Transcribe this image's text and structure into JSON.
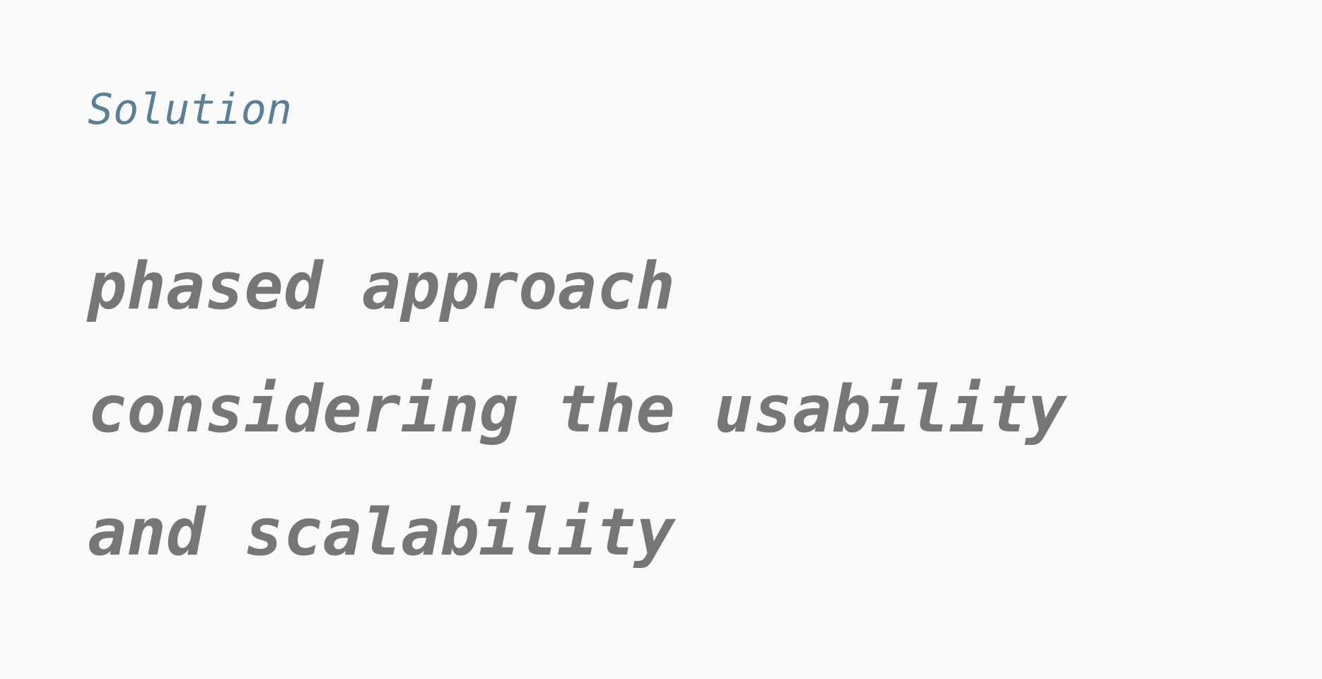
{
  "slide": {
    "kicker": "Solution",
    "headline_lines": [
      "phased approach",
      "considering the usability",
      "and scalability"
    ]
  },
  "colors": {
    "background": "#fafafa",
    "kicker": "#5a7f96",
    "headline": "#767676"
  }
}
